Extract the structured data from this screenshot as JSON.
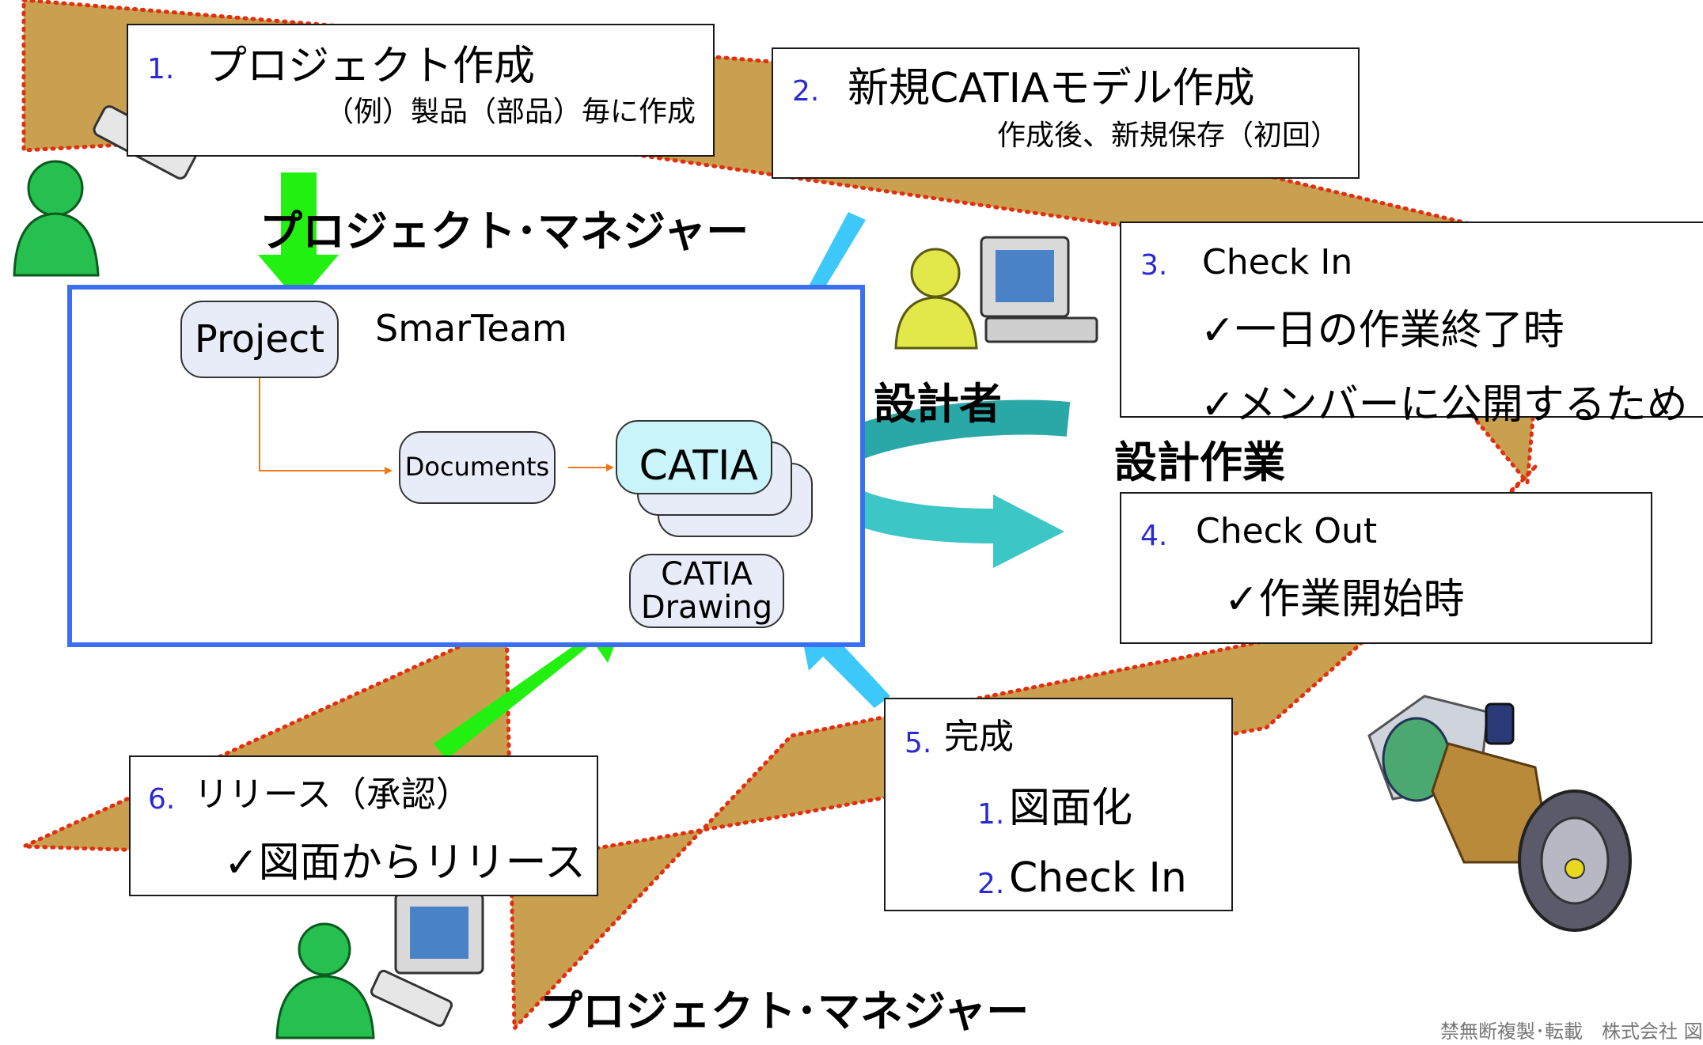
{
  "steps": [
    {
      "num": "1.",
      "title": "プロジェクト作成",
      "sub": "（例）製品（部品）毎に作成"
    },
    {
      "num": "2.",
      "title": "新規CATIAモデル作成",
      "sub": "作成後、新規保存（初回）"
    },
    {
      "num": "3.",
      "title": "Check In",
      "items": [
        "✓一日の作業終了時",
        "✓メンバーに公開するため"
      ]
    },
    {
      "num": "4.",
      "title": "Check Out",
      "items": [
        "✓作業開始時"
      ]
    },
    {
      "num": "5.",
      "title": "完成",
      "items": [
        {
          "n": "1.",
          "t": "図面化"
        },
        {
          "n": "2.",
          "t": "Check In"
        }
      ]
    },
    {
      "num": "6.",
      "title": "リリース（承認）",
      "items": [
        "✓図面からリリース"
      ]
    }
  ],
  "actors": {
    "pm_top": "プロジェクト･マネジャー",
    "designer": "設計者",
    "pm_bottom": "プロジェクト･マネジャー"
  },
  "work_label": "設計作業",
  "smarteam": {
    "title": "SmarTeam",
    "project": "Project",
    "documents": "Documents",
    "catia": "CATIA",
    "drawing_line1": "CATIA",
    "drawing_line2": "Drawing"
  },
  "copyright": "禁無断複製･転載　株式会社 図研",
  "colors": {
    "band": "#c9a04f",
    "band_dots": "#e03010",
    "green_arrow": "#22f010",
    "blue_arrow": "#3cc8f8",
    "teal": "#2aa8a8",
    "frame": "#3b6ef0",
    "flow": "#f07818"
  }
}
